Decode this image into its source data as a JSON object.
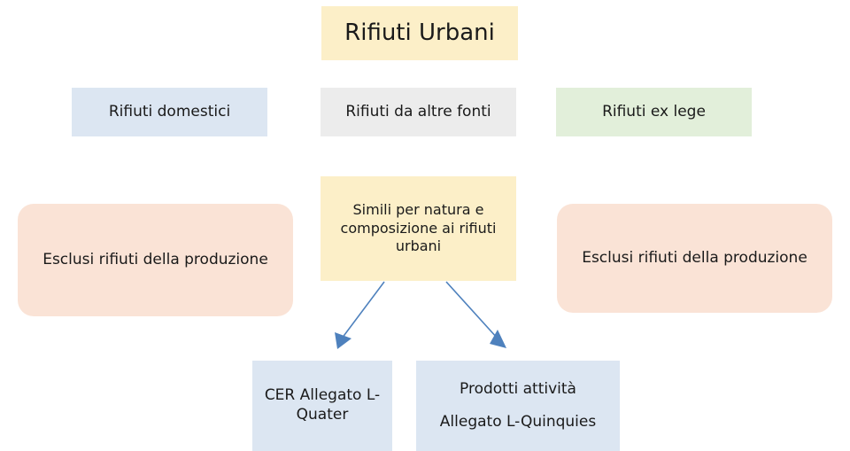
{
  "diagram": {
    "title": "Rifiuti Urbani",
    "background_color": "#ffffff",
    "palette": {
      "yellow": "#FCEFC8",
      "blue": "#DCE6F2",
      "gray": "#ECECEC",
      "green": "#E2EFDA",
      "peach": "#FAE3D6",
      "arrow": "#4E81BD",
      "text": "#1a1a1a"
    },
    "nodes": {
      "root": {
        "label": "Rifiuti Urbani",
        "color": "#FCEFC8",
        "shape": "rectangle"
      },
      "domestici": {
        "label": "Rifiuti domestici",
        "color": "#DCE6F2",
        "shape": "rectangle"
      },
      "altre_fonti": {
        "label": "Rifiuti da altre fonti",
        "color": "#ECECEC",
        "shape": "rectangle"
      },
      "ex_lege": {
        "label": "Rifiuti ex lege",
        "color": "#E2EFDA",
        "shape": "rectangle"
      },
      "esclusi_left": {
        "label": "Esclusi rifiuti della produzione",
        "color": "#FAE3D6",
        "shape": "rounded-rectangle"
      },
      "simili": {
        "label": "Simili per natura e composizione ai rifiuti urbani",
        "color": "#FCEFC8",
        "shape": "rectangle"
      },
      "esclusi_right": {
        "label": "Esclusi rifiuti della produzione",
        "color": "#FAE3D6",
        "shape": "rounded-rectangle"
      },
      "cer": {
        "label": "CER Allegato L-Quater",
        "color": "#DCE6F2",
        "shape": "rectangle"
      },
      "prodotti": {
        "label": "Prodotti attività\nAllegato L-Quinquies",
        "color": "#DCE6F2",
        "shape": "rectangle"
      }
    },
    "edges": [
      {
        "from": "simili",
        "to": "cer",
        "style": "arrow",
        "color": "#4E81BD"
      },
      {
        "from": "simili",
        "to": "prodotti",
        "style": "arrow",
        "color": "#4E81BD"
      }
    ]
  }
}
